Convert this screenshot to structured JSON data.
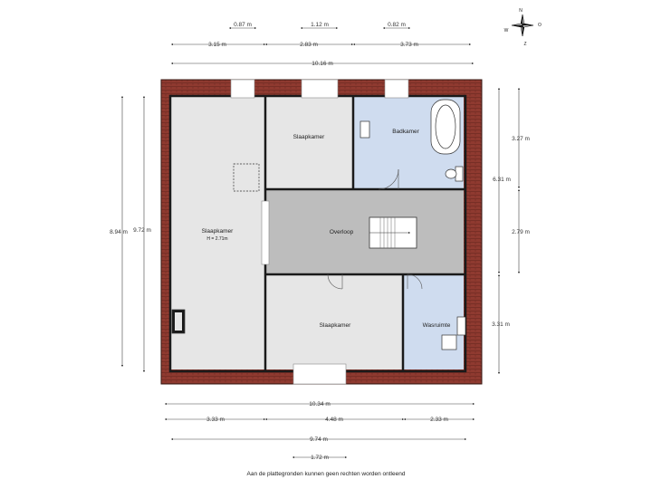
{
  "compass": {
    "n": "N",
    "o": "O",
    "z": "Z",
    "w": "W"
  },
  "rooms": {
    "slaapkamer_left": "Slaapkamer",
    "slaapkamer_left_height": "H = 2.71m",
    "slaapkamer_top": "Slaapkamer",
    "badkamer": "Badkamer",
    "overloop": "Overloop",
    "slaapkamer_bottom": "Slaapkamer",
    "wasruimte": "Wasruimte"
  },
  "dimensions": {
    "top_row1": [
      "0.87 m",
      "1.12 m",
      "0.82 m"
    ],
    "top_row2": [
      "3.15 m",
      "2.83 m",
      "3.73 m"
    ],
    "top_total": "10.16 m",
    "left_outer": "8.94 m",
    "left_inner": "9.72 m",
    "right_col": [
      "3.27 m",
      "2.79 m",
      "3.31 m"
    ],
    "right_mid": "6.31 m",
    "bottom_total1": "10.34 m",
    "bottom_row": [
      "3.33 m",
      "4.48 m",
      "2.33 m"
    ],
    "bottom_total2": "9.74 m",
    "bottom_small": "1.72 m"
  },
  "colors": {
    "roof": "#8f3a30",
    "wall": "#1a1a1a",
    "room": "#e6e6e6",
    "overloop": "#bdbdbd",
    "wet": "#cfdcef"
  },
  "footer": "Aan de plattegronden kunnen geen rechten worden ontleend"
}
